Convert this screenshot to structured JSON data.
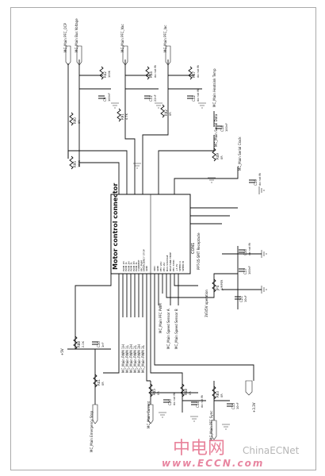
{
  "schematic": {
    "connector_title": "Motor control connector",
    "connector_ref": "CON1",
    "connector_part": "PPT-05-SMT Receptacle",
    "nets_top": [
      "MC_Main PFC_OCP",
      "MC_Main Bus Voltage",
      "MC_Main PFC_Vac",
      "MC_Main PFC_Iac",
      "MC_Main Heatsink Temp",
      "MC_Main Serial Data",
      "MC_Main Serial Clock"
    ],
    "nets_bottom": [
      "MC_Main Emergency Stop",
      "MC_Main Current",
      "MC_Main PFC Sync",
      "MC_Main PWM 1H",
      "MC_Main PWM 1L",
      "MC_Main PWM 2H",
      "MC_Main PWM 2L",
      "MC_Main PWM 3H",
      "MC_Main PWM 3L",
      "MC_Main PFC PWM",
      "MC_Main Speed Sensor A",
      "MC_Main Speed Sensor B"
    ],
    "components": [
      {
        "ref": "R42",
        "value": "100K"
      },
      {
        "ref": "C9",
        "value": "100nF"
      },
      {
        "ref": "R90",
        "value": "0R"
      },
      {
        "ref": "R95",
        "value": "100K"
      },
      {
        "ref": "R44",
        "value": "do not fit"
      },
      {
        "ref": "C11",
        "value": "22nF"
      },
      {
        "ref": "R91",
        "value": "4.7K"
      },
      {
        "ref": "R47",
        "value": "do not fit"
      },
      {
        "ref": "C12",
        "value": "do not fit"
      },
      {
        "ref": "R92",
        "value": "0R"
      },
      {
        "ref": "C18",
        "value": "100nF"
      },
      {
        "ref": "R49",
        "value": "0R"
      },
      {
        "ref": "C19",
        "value": "do not fit"
      },
      {
        "ref": "C16",
        "value": "do not fit"
      },
      {
        "ref": "C17",
        "value": "100nF"
      },
      {
        "ref": "JP4",
        "value": "JUMPER"
      },
      {
        "ref": "C21",
        "value": "10uF"
      },
      {
        "ref": "R88",
        "value": "2.2K"
      },
      {
        "ref": "C10",
        "value": "1nF"
      },
      {
        "ref": "R41",
        "value": "0R"
      },
      {
        "ref": "R45",
        "value": "0R"
      },
      {
        "ref": "C20",
        "value": "do not fit"
      },
      {
        "ref": "R48",
        "value": "0R"
      },
      {
        "ref": "C14",
        "value": "do not fit"
      },
      {
        "ref": "R83",
        "value": "0R"
      },
      {
        "ref": "C15",
        "value": "10nF"
      }
    ],
    "supply_labels": [
      "+5V",
      "+3.3V"
    ],
    "jumper_note": "3V3/5V operation",
    "connector_pins_left": [
      "PWM 1H",
      "PWM 1L",
      "PWM 2H",
      "PWM 2L",
      "PWM 3H",
      "PWM 3L",
      "CURRENT",
      "PFC PWM",
      "EMERGENCY STOP",
      "GND"
    ],
    "connector_pins_right": [
      "VDD",
      "GND",
      "PFC VAC",
      "PFC IAC",
      "BUS VOLTAGE",
      "HEATSINK TEMP",
      "PFC SYNC",
      "+3.3V",
      "SPEED A",
      "SPEED B"
    ]
  },
  "watermark": {
    "cn_text": "中电网",
    "url": "www.ECCN.com",
    "brand": "ChinaECNet"
  }
}
